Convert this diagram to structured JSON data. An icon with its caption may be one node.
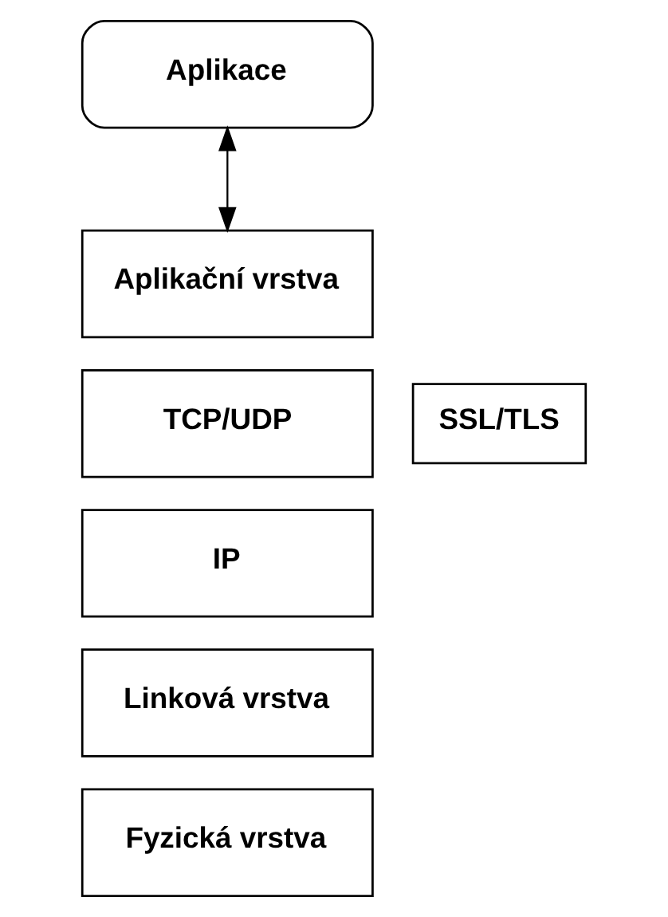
{
  "diagram": {
    "nodes": [
      {
        "text": [
          "Aplikace"
        ]
      },
      {
        "text": [
          "Aplikační vrstva"
        ]
      },
      {
        "text": [
          "SSL/TLS"
        ]
      },
      {
        "text": [
          "TCP/UDP"
        ]
      },
      {
        "text": [
          "IP"
        ]
      },
      {
        "text": [
          "Linková vrstva"
        ]
      },
      {
        "text": [
          "Fyzická vrstva"
        ]
      }
    ],
    "edges": [
      {
        "from": 0,
        "to": 1,
        "arrow": "both"
      }
    ]
  }
}
